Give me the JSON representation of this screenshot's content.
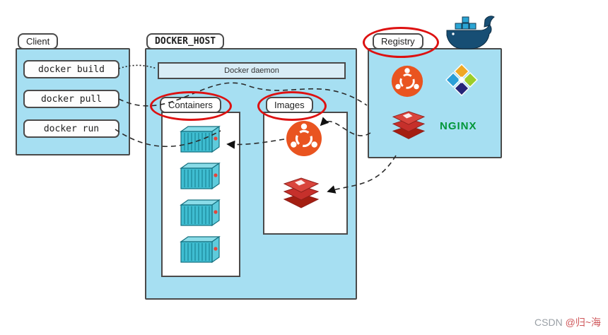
{
  "client": {
    "label": "Client",
    "commands": [
      "docker build",
      "docker pull",
      "docker run"
    ]
  },
  "docker_host": {
    "label": "DOCKER_HOST",
    "daemon": "Docker daemon",
    "containers_label": "Containers",
    "images_label": "Images"
  },
  "registry": {
    "label": "Registry",
    "nginx_label": "NGINX"
  },
  "icons": {
    "whale": "docker-whale-icon",
    "ubuntu": "ubuntu-logo-icon",
    "centos": "centos-logo-icon",
    "redis": "redis-logo-icon",
    "container": "shipping-container-icon"
  },
  "annotations": {
    "circled_labels": [
      "Registry",
      "Containers",
      "Images"
    ],
    "highlight_color": "#dd1111"
  },
  "watermark": {
    "brand": "CSDN ",
    "user": "@归~海"
  },
  "colors": {
    "panel_blue": "#a6dff2",
    "daemon_bar": "#d9edf6",
    "border_dark": "#4a4a4a",
    "ubuntu_orange": "#e95420",
    "redis_red": "#c6302b",
    "nginx_green": "#009639",
    "container_teal": "#3fbdd1"
  }
}
